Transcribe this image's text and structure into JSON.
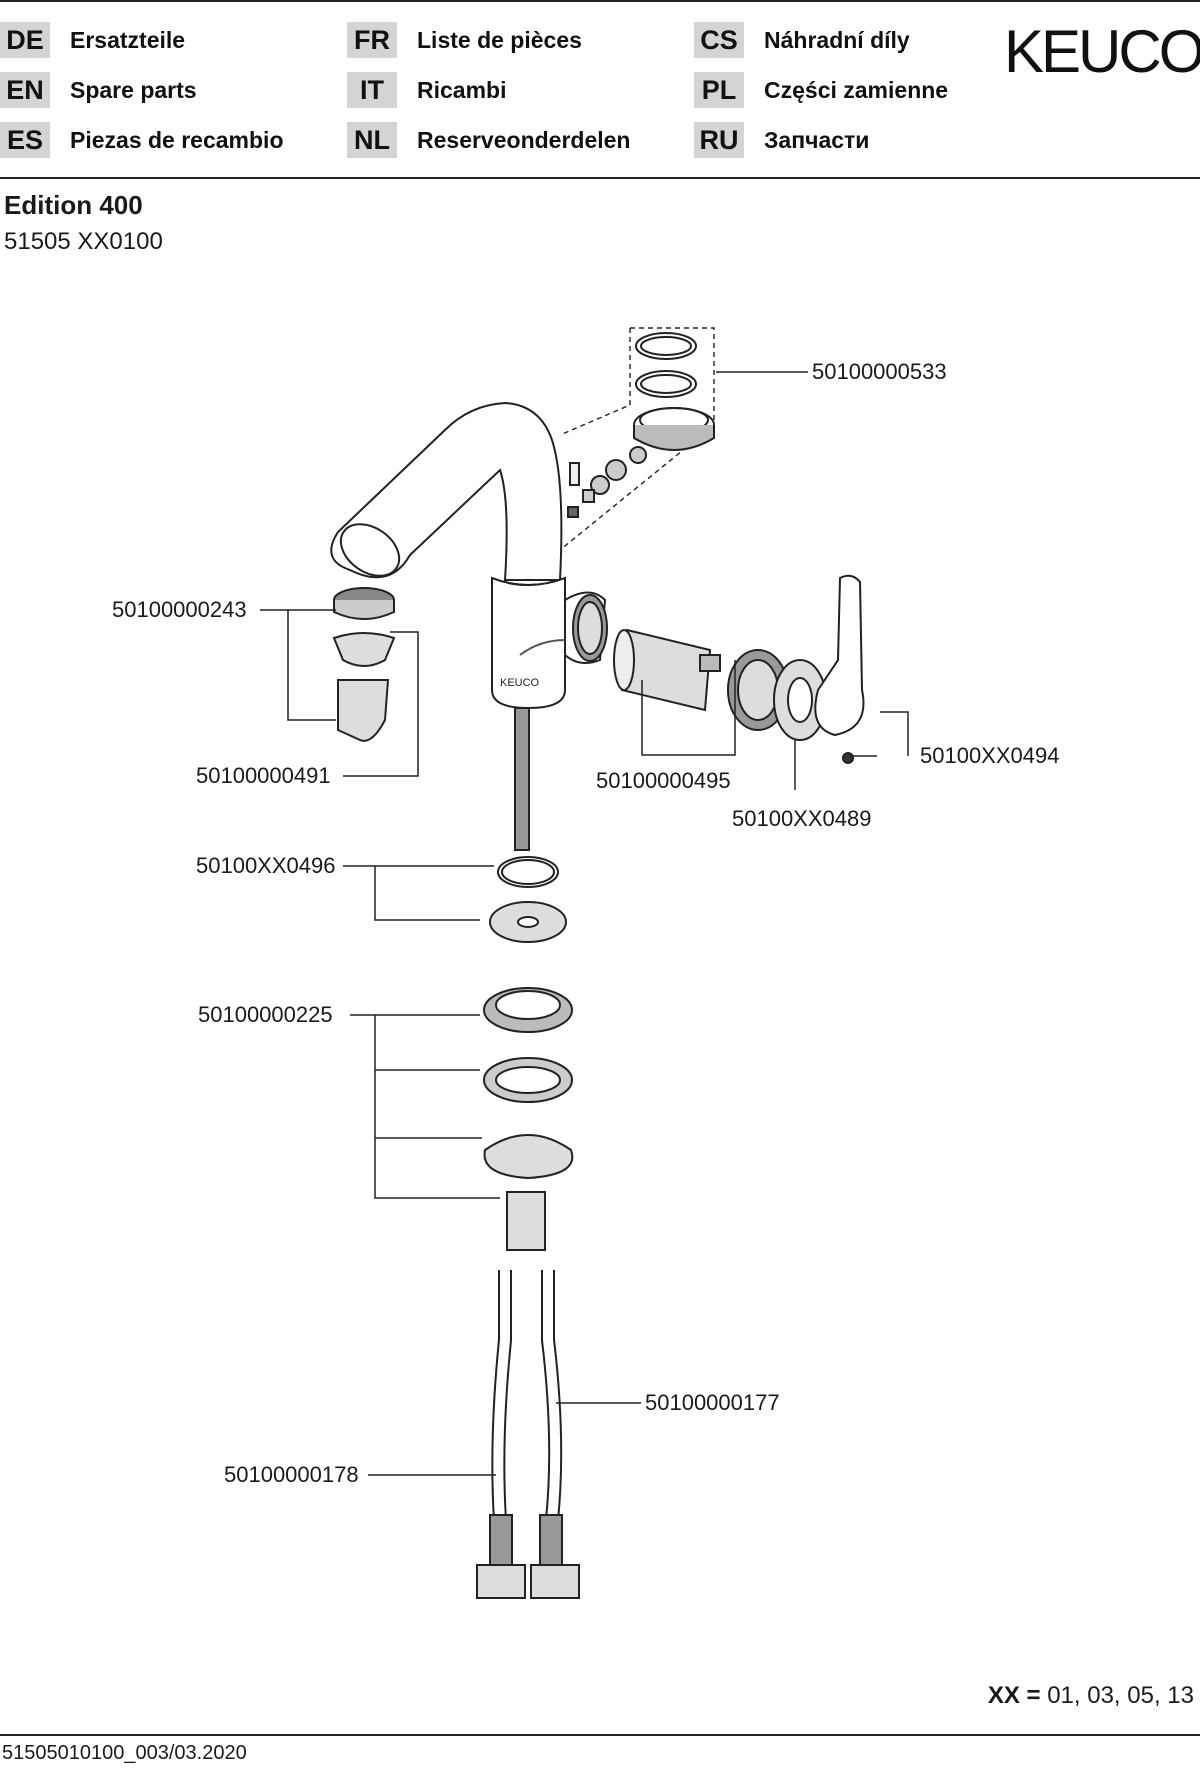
{
  "languages": [
    {
      "code": "DE",
      "label": "Ersatzteile"
    },
    {
      "code": "EN",
      "label": "Spare parts"
    },
    {
      "code": "ES",
      "label": "Piezas de recambio"
    },
    {
      "code": "FR",
      "label": "Liste de pièces"
    },
    {
      "code": "IT",
      "label": "Ricambi"
    },
    {
      "code": "NL",
      "label": "Reserveonderdelen"
    },
    {
      "code": "CS",
      "label": "Náhradní díly"
    },
    {
      "code": "PL",
      "label": "Części zamienne"
    },
    {
      "code": "RU",
      "label": "Запчасти"
    }
  ],
  "brand": "KEUCO",
  "body_brand": "KEUCO",
  "product": {
    "title": "Edition 400",
    "model": "51505 XX0100"
  },
  "parts": {
    "p533": "50100000533",
    "p243": "50100000243",
    "p491": "50100000491",
    "p495": "50100000495",
    "p489": "50100XX0489",
    "p494": "50100XX0494",
    "p496": "50100XX0496",
    "p225": "50100000225",
    "p177": "50100000177",
    "p178": "50100000178"
  },
  "variants": {
    "key": "XX =",
    "values": "01, 03, 05, 13"
  },
  "footer": "51505010100_003/03.2020"
}
